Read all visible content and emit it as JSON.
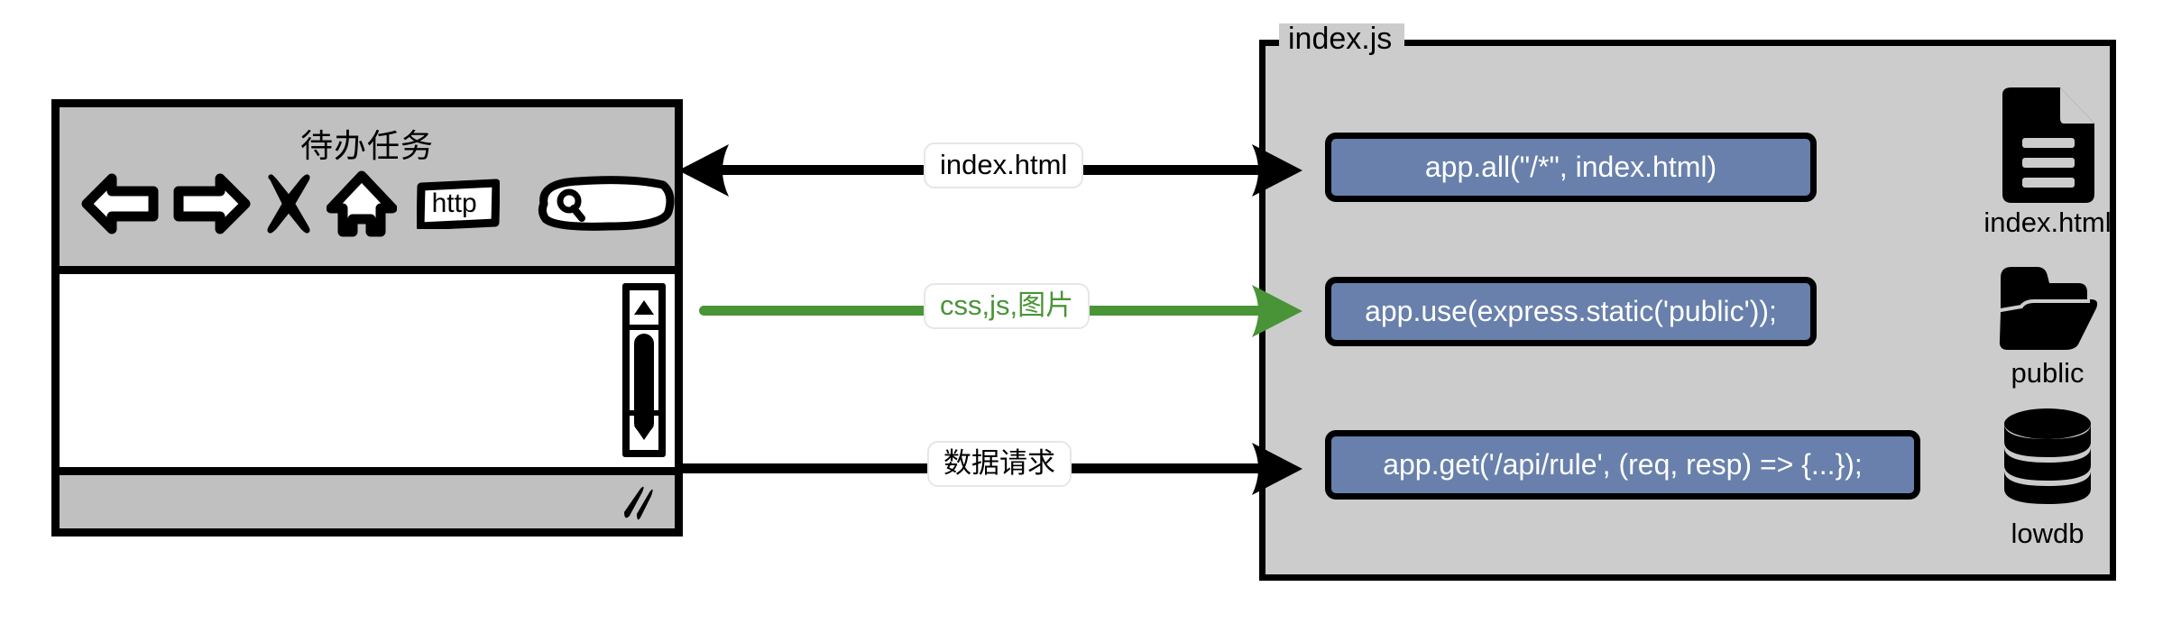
{
  "browser": {
    "title": "待办任务",
    "toolbar_icons": [
      {
        "name": "back-arrow-icon",
        "label": "back"
      },
      {
        "name": "forward-arrow-icon",
        "label": "forward"
      },
      {
        "name": "stop-x-icon",
        "label": "stop"
      },
      {
        "name": "home-icon",
        "label": "home"
      },
      {
        "name": "http-badge",
        "label": "http"
      },
      {
        "name": "address-search-bar",
        "label": ""
      }
    ],
    "http_badge_text": "http",
    "address_bar_value": "",
    "scrollbar": {
      "up_arrow": "▲",
      "down_arrow": "▼"
    }
  },
  "panel": {
    "legend": "index.js",
    "code_lines": [
      "app.all(\"/*\", index.html)",
      "app.use(express.static('public'));",
      "app.get('/api/rule', (req, resp) => {...});"
    ]
  },
  "assets": [
    {
      "icon": "document-icon",
      "caption": "index.html"
    },
    {
      "icon": "folder-icon",
      "caption": "public"
    },
    {
      "icon": "database-icon",
      "caption": "lowdb"
    }
  ],
  "flows": [
    {
      "label": "index.html",
      "color": "#000000",
      "direction": "both"
    },
    {
      "label": "css,js,图片",
      "color": "#4a9438",
      "direction": "right"
    },
    {
      "label": "数据请求",
      "color": "#000000",
      "direction": "right"
    }
  ],
  "colors": {
    "code_box_fill": "#6880ab",
    "panel_fill": "#cccccc",
    "toolbar_fill": "#c0c0c0",
    "green_accent": "#4a9438",
    "stroke": "#000000"
  }
}
